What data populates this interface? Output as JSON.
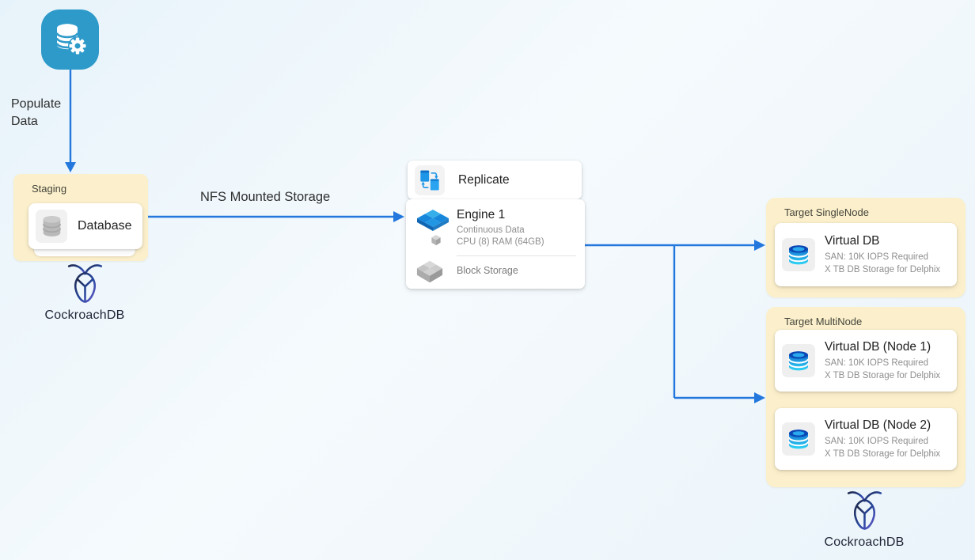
{
  "diagram": {
    "source": {
      "flow_label": "Populate Data"
    },
    "staging": {
      "label": "Staging",
      "database_label": "Database",
      "logo_text": "CockroachDB"
    },
    "nfs_label": "NFS Mounted Storage",
    "engine": {
      "replicate_label": "Replicate",
      "title": "Engine 1",
      "subtitle1": "Continuous Data",
      "subtitle2": "CPU (8) RAM (64GB)",
      "block_storage_label": "Block Storage"
    },
    "target_single": {
      "label": "Target SingleNode",
      "nodes": [
        {
          "title": "Virtual DB",
          "line1": "SAN: 10K IOPS Required",
          "line2": "X TB DB Storage for Delphix"
        }
      ]
    },
    "target_multi": {
      "label": "Target MultiNode",
      "nodes": [
        {
          "title": "Virtual DB (Node 1)",
          "line1": "SAN: 10K IOPS Required",
          "line2": "X TB DB Storage for Delphix"
        },
        {
          "title": "Virtual DB (Node 2)",
          "line1": "SAN: 10K IOPS Required",
          "line2": "X TB DB Storage for Delphix"
        }
      ],
      "logo_text": "CockroachDB"
    },
    "icons": {
      "source": "database-gear-icon",
      "staging_db": "database-cylinder-icon",
      "replicate": "table-sync-icon",
      "engine": "isometric-tiles-icon",
      "block_storage": "isometric-cubes-icon",
      "virtual_db": "delphix-vdb-icon",
      "logo": "cockroachdb-logo-icon"
    },
    "colors": {
      "arrow": "#2478dd",
      "group_fill": "#fcf0cc",
      "source_icon_blue": "#2d9aca",
      "engine_blue": "#1e96e8",
      "cockroach_navy": "#1e2749",
      "background_tint": "#e7f3fa"
    }
  }
}
